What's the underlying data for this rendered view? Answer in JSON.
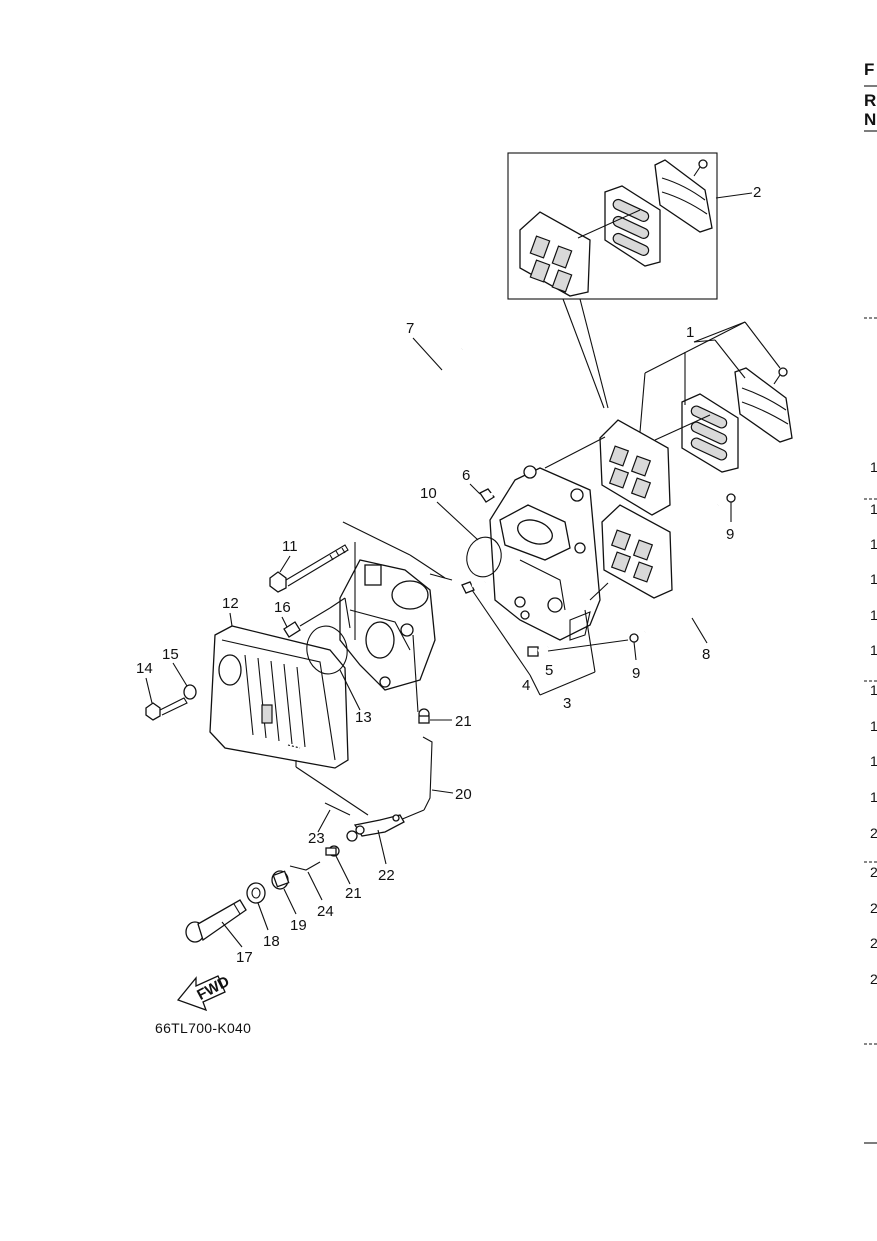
{
  "diagram": {
    "part_labels": [
      "1",
      "2",
      "3",
      "4",
      "5",
      "6",
      "7",
      "8",
      "9",
      "9",
      "10",
      "11",
      "12",
      "13",
      "14",
      "15",
      "16",
      "17",
      "18",
      "19",
      "20",
      "21",
      "21",
      "22",
      "23",
      "24"
    ],
    "caption": "66TL700-K040",
    "fwd_label": "FWD"
  },
  "right_edge": {
    "header": [
      "F",
      "R",
      "N"
    ],
    "row_numbers": [
      "1",
      "1",
      "1",
      "1",
      "1",
      "1",
      "1",
      "1",
      "1",
      "1",
      "2",
      "2",
      "2",
      "2",
      "2"
    ]
  }
}
